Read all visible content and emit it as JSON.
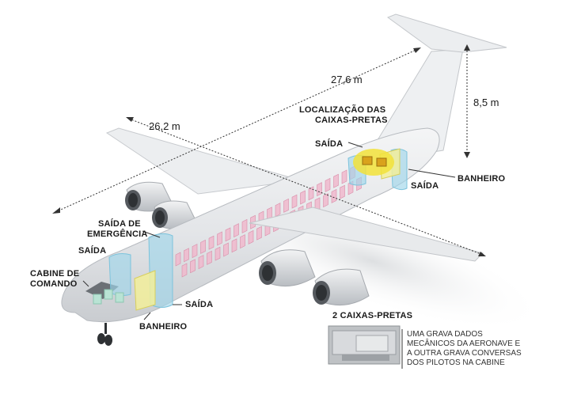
{
  "dimensions": {
    "length": "27,6 m",
    "wingspan": "26,2 m",
    "height": "8,5 m"
  },
  "labels": {
    "black_boxes_location": [
      "LOCALIZAÇÃO DAS",
      "CAIXAS-PRETAS"
    ],
    "exit_rear_top": "SAÍDA",
    "exit_rear_side": "SAÍDA",
    "bathroom_rear": "BANHEIRO",
    "emergency_exit": [
      "SAÍDA DE",
      "EMERGÊNCIA"
    ],
    "exit_front": "SAÍDA",
    "cockpit": [
      "CABINE DE",
      "COMANDO"
    ],
    "exit_front_bottom": "SAÍDA",
    "bathroom_front": "BANHEIRO"
  },
  "legend": {
    "title": "2 CAIXAS-PRETAS",
    "description": [
      "UMA GRAVA DADOS",
      "MECÂNICOS DA AERONAVE E",
      "A OUTRA GRAVA CONVERSAS",
      "DOS PILOTOS NA CABINE"
    ]
  },
  "colors": {
    "fuselage": "#e9ebed",
    "seats": "#f0b8cc",
    "exits": "#9fd6ea",
    "bathroom": "#f2ee9a",
    "black_box": "#d9a21c"
  }
}
